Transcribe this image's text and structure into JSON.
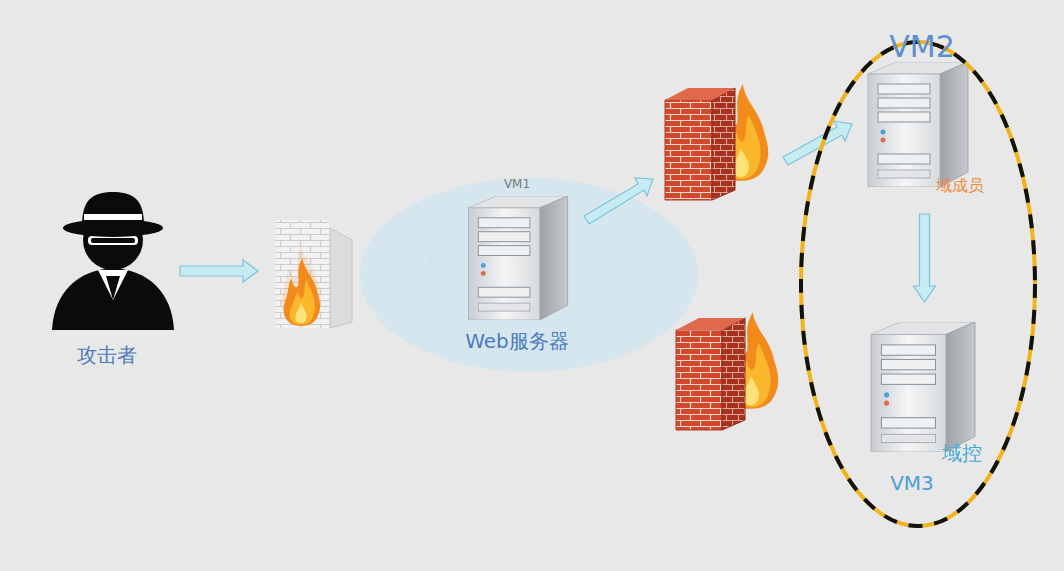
{
  "diagram": {
    "nodes": [
      {
        "text": [
          "攻击者"
        ]
      },
      {
        "text": [
          "VM1",
          "Web服务器"
        ]
      },
      {
        "text": [
          "VM2"
        ]
      },
      {
        "text": [
          "域成员"
        ],
        "in": 2
      },
      {
        "text": [
          "域控",
          "VM3"
        ],
        "in": 2
      }
    ],
    "edges": [
      {
        "from": 3,
        "to": 4,
        "arrow": "to"
      }
    ]
  }
}
